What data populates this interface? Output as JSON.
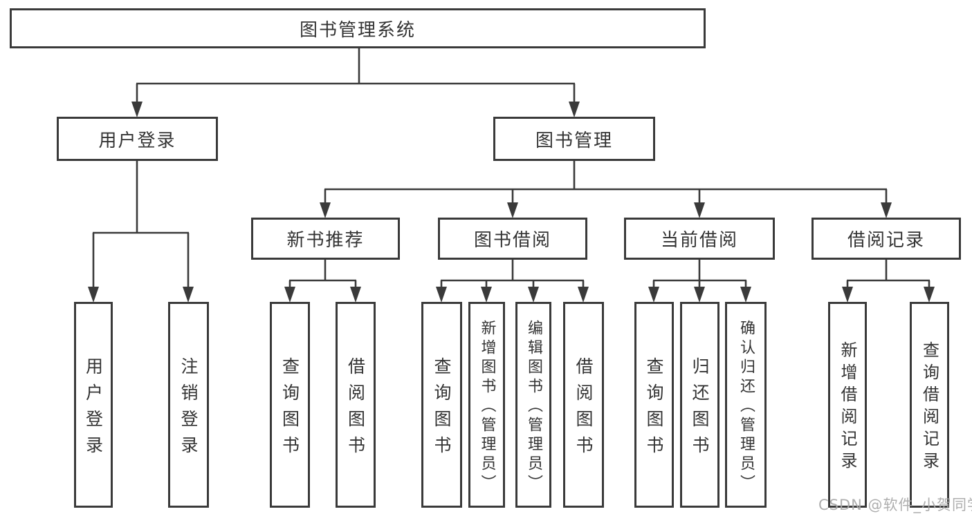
{
  "diagram": {
    "root": {
      "label": "图书管理系统"
    },
    "branches": [
      {
        "label": "用户登录",
        "children": [
          {
            "label": "用户登录"
          },
          {
            "label": "注销登录"
          }
        ]
      },
      {
        "label": "图书管理",
        "children": [
          {
            "label": "新书推荐",
            "children": [
              {
                "label": "查询图书"
              },
              {
                "label": "借阅图书"
              }
            ]
          },
          {
            "label": "图书借阅",
            "children": [
              {
                "label": "查询图书"
              },
              {
                "label": "新增图书（管理员）"
              },
              {
                "label": "编辑图书（管理员）"
              },
              {
                "label": "借阅图书"
              }
            ]
          },
          {
            "label": "当前借阅",
            "children": [
              {
                "label": "查询图书"
              },
              {
                "label": "归还图书"
              },
              {
                "label": "确认归还（管理员）"
              }
            ]
          },
          {
            "label": "借阅记录",
            "children": [
              {
                "label": "新增借阅记录"
              },
              {
                "label": "查询借阅记录"
              }
            ]
          }
        ]
      }
    ]
  },
  "watermark": {
    "text": "CSDN @软件_小贺同学"
  },
  "colors": {
    "line": "#3a3a3a",
    "box_border": "#3a3a3a",
    "text": "#333333",
    "watermark": "#aaaaaa",
    "background": "#ffffff"
  }
}
